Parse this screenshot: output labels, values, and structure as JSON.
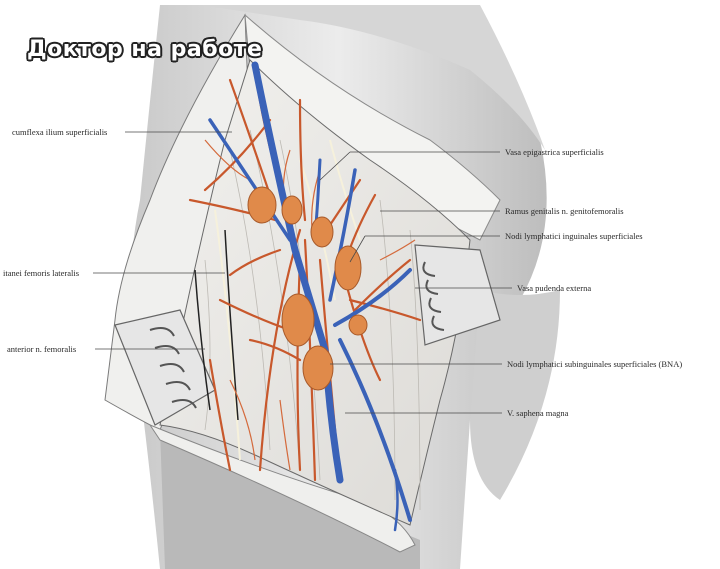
{
  "watermark": "Доктор на работе",
  "labels": {
    "left": {
      "circumflexa": "cumflexa ilium superficialis",
      "cutanei": "itanei femoris lateralis",
      "anterior": "anterior n. femoralis"
    },
    "right": {
      "epigastrica": "Vasa epigastrica superficialis",
      "genitalis": "Ramus genitalis n. genitofemoralis",
      "inguinales": "Nodi lymphatici inguinales superficiales",
      "pudenda": "Vasa pudenda externa",
      "subinguinales": "Nodi lymphatici subinguinales superficiales (BNA)",
      "saphena": "V. saphena magna"
    }
  },
  "colors": {
    "artery": "#c8582c",
    "vein": "#3a62b8",
    "lymph_node": "#e08a4a",
    "skin": "#e9e9e9",
    "fascia": "#f4f4f4"
  }
}
